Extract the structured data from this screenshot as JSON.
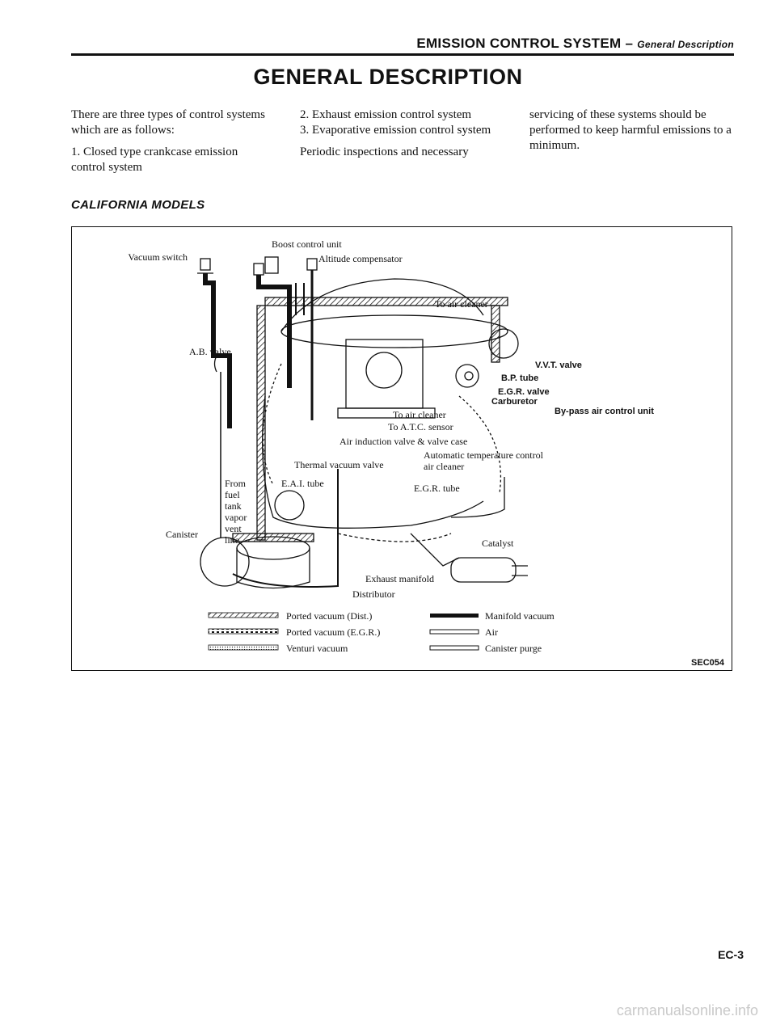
{
  "header": {
    "section": "EMISSION CONTROL SYSTEM",
    "dash": " – ",
    "subsection": "General Description"
  },
  "title": "GENERAL DESCRIPTION",
  "intro": {
    "col1_para": "There are three types of control systems which are as follows:",
    "col1_item1": "1. Closed type crankcase emission control system",
    "col2_item2": "2. Exhaust emission control system",
    "col2_item3": "3. Evaporative emission control system",
    "col2_para": "Periodic inspections and necessary",
    "col3_para": "servicing of these systems should be performed to keep harmful emissions to a minimum."
  },
  "section_heading": "CALIFORNIA MODELS",
  "figure": {
    "labels": {
      "boost_control_unit": "Boost control unit",
      "vacuum_switch": "Vacuum switch",
      "altitude_compensator": "Altitude compensator",
      "to_air_cleaner_top": "To air cleaner",
      "ab_valve": "A.B. valve",
      "vvt_valve": "V.V.T. valve",
      "bp_tube": "B.P. tube",
      "egr_valve": "E.G.R. valve",
      "carburetor": "Carburetor",
      "bypass_air_control_unit": "By-pass air control unit",
      "to_air_cleaner_mid": "To air cleaner",
      "to_atc_sensor": "To A.T.C. sensor",
      "air_induction_valve": "Air induction valve & valve case",
      "automatic_temp_control": "Automatic temperature control",
      "air_cleaner": "air cleaner",
      "thermal_vacuum_valve": "Thermal vacuum valve",
      "eai_tube": "E.A.I. tube",
      "egr_tube": "E.G.R. tube",
      "from_fuel_tank_1": "From",
      "from_fuel_tank_2": "fuel",
      "from_fuel_tank_3": "tank",
      "from_fuel_tank_4": "vapor",
      "from_fuel_tank_5": "vent",
      "from_fuel_tank_6": "line",
      "canister": "Canister",
      "catalyst": "Catalyst",
      "exhaust_manifold": "Exhaust manifold",
      "distributor": "Distributor"
    },
    "legend": {
      "ported_vacuum_dist": "Ported vacuum (Dist.)",
      "ported_vacuum_egr": "Ported vacuum (E.G.R.)",
      "venturi_vacuum": "Venturi vacuum",
      "manifold_vacuum": "Manifold vacuum",
      "air": "Air",
      "canister_purge": "Canister purge"
    },
    "code": "SEC054"
  },
  "page_number": "EC-3",
  "watermark": "carmanualsonline.info"
}
